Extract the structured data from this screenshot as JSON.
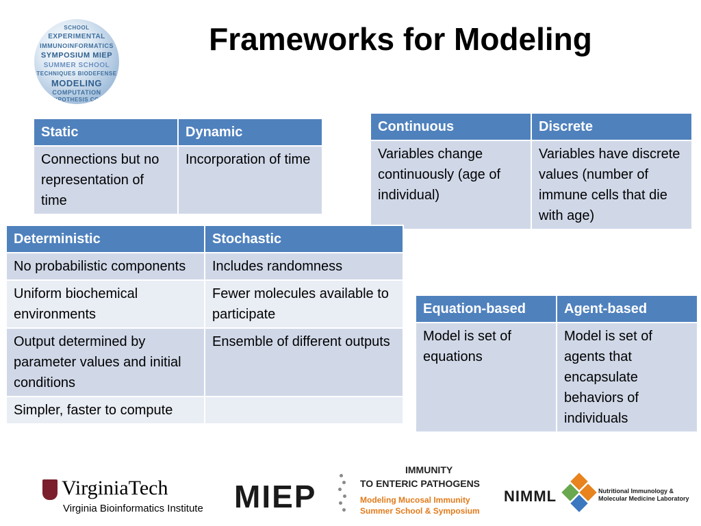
{
  "slide": {
    "title": "Frameworks for Modeling"
  },
  "globe_logo": {
    "words": [
      "SCHOOL",
      "EXPERIMENTAL",
      "IMMUNOINFORMATICS",
      "SYMPOSIUM MIEP",
      "SUMMER SCHOOL",
      "TECHNIQUES BIODEFENSE",
      "MODELING",
      "COMPUTATION",
      "HYPOTHESIS COO"
    ]
  },
  "tables": {
    "static_dynamic": {
      "headers": [
        "Static",
        "Dynamic"
      ],
      "rows": [
        [
          "Connections but no representation of time",
          "Incorporation of time"
        ]
      ]
    },
    "continuous_discrete": {
      "headers": [
        "Continuous",
        "Discrete"
      ],
      "rows": [
        [
          "Variables change continuously (age of individual)",
          "Variables have discrete values (number of immune cells that die with age)"
        ]
      ]
    },
    "deterministic_stochastic": {
      "headers": [
        "Deterministic",
        "Stochastic"
      ],
      "rows": [
        [
          "No probabilistic components",
          "Includes randomness"
        ],
        [
          "Uniform biochemical environments",
          "Fewer molecules available to participate"
        ],
        [
          "Output determined by parameter values and initial conditions",
          "Ensemble of different outputs"
        ],
        [
          "Simpler, faster to compute",
          ""
        ]
      ]
    },
    "equation_agent": {
      "headers": [
        "Equation-based",
        "Agent-based"
      ],
      "rows": [
        [
          "Model is set of equations",
          "Model is set of agents that encapsulate behaviors of individuals"
        ]
      ]
    }
  },
  "footer": {
    "vt_name": "VirginiaTech",
    "vt_sub": "Virginia Bioinformatics Institute",
    "miep_name": "MIEP",
    "miep_line1": "IMMUNITY",
    "miep_line2": "TO ENTERIC PATHOGENS",
    "miep_line3": "Modeling Mucosal Immunity",
    "miep_line4": "Summer School & Symposium",
    "nimml_name": "NIMML",
    "nimml_line1": "Nutritional Immunology &",
    "nimml_line2": "Molecular Medicine Laboratory",
    "colors": {
      "vt_maroon": "#7a1f2b",
      "miep_orange": "#e07b1a",
      "nimml_orange": "#e8831e",
      "nimml_green": "#6aa84f",
      "nimml_blue": "#3c78c0"
    }
  },
  "colors": {
    "header_blue": "#4f81bd",
    "row_dark": "#d0d8e8",
    "row_light": "#e9edf4"
  }
}
